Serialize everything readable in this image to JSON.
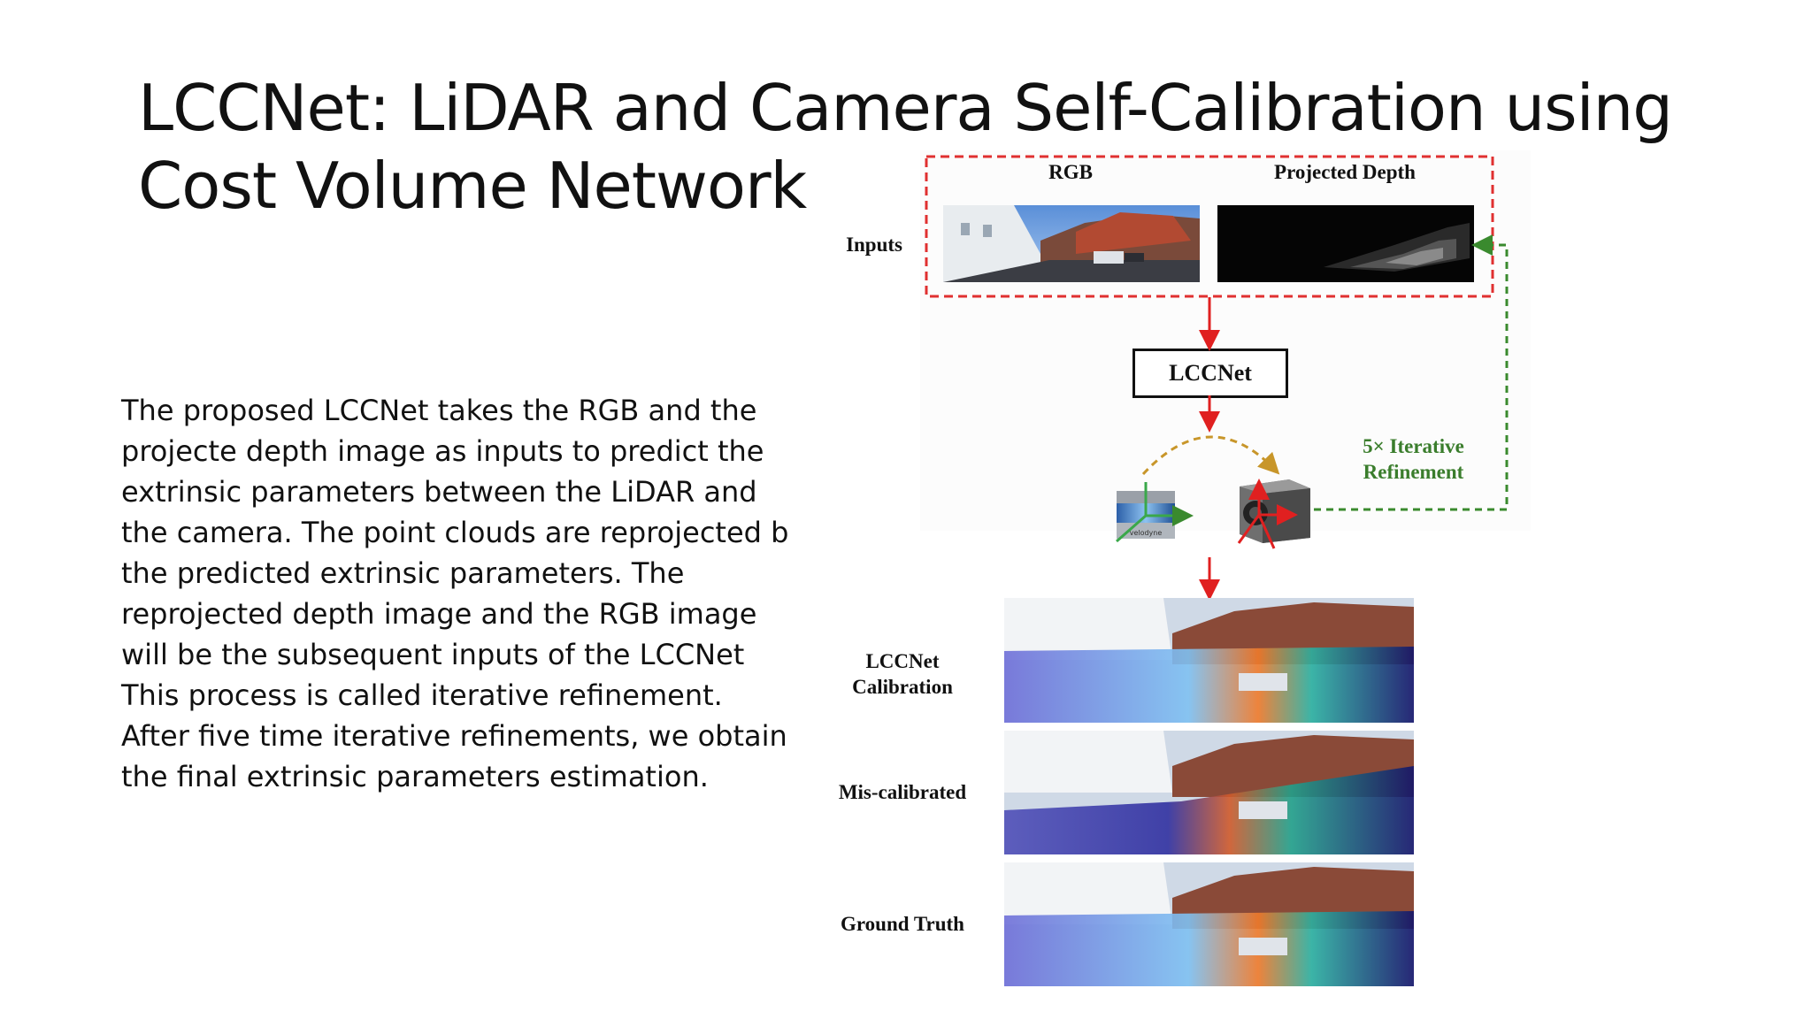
{
  "slide": {
    "title_lines": [
      "LCCNet: LiDAR and Camera Self-Calibration using",
      "Cost Volume Network"
    ],
    "body_lines": [
      "The proposed LCCNet takes the RGB and the",
      "projecte depth image as inputs to predict the",
      "extrinsic parameters between the LiDAR and",
      "the camera. The point clouds are reprojected b",
      "the predicted extrinsic parameters. The",
      "reprojected depth image and the RGB image",
      "will be the subsequent inputs of the LCCNet",
      "This process is called iterative refinement.",
      "After five time iterative refinements, we obtain",
      "the final extrinsic parameters estimation."
    ]
  },
  "figure": {
    "inputs_label": "Inputs",
    "rgb_label": "RGB",
    "depth_label": "Projected Depth",
    "network_label": "LCCNet",
    "refine_label_1": "5× Iterative",
    "refine_label_2": "Refinement",
    "lidar_brand": "velodyne",
    "row_labels": {
      "lccnet_1": "LCCNet",
      "lccnet_2": "Calibration",
      "miscalibrated": "Mis-calibrated",
      "ground_truth": "Ground Truth"
    },
    "colors": {
      "input_box": "#e03030",
      "arrow": "#e02020",
      "refine": "#3a8a2e",
      "swap_arc": "#c8962a"
    }
  }
}
